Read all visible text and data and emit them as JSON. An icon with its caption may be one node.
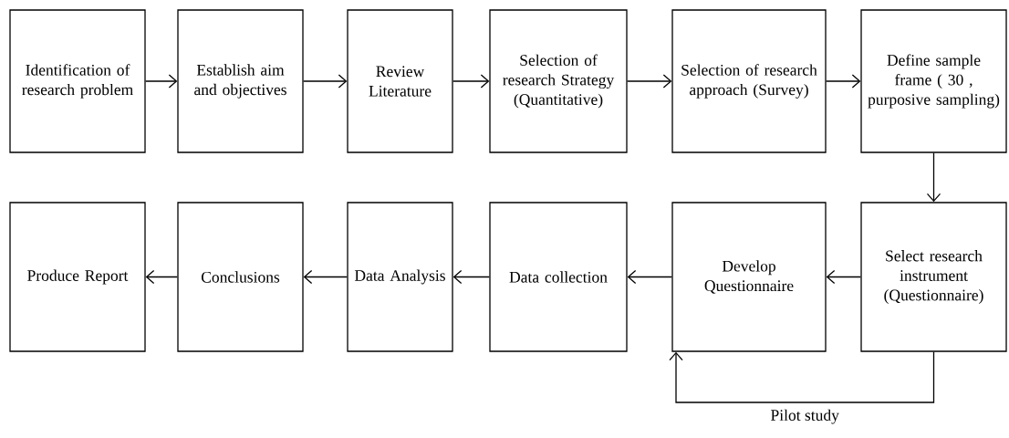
{
  "diagram": {
    "nodes": [
      {
        "text": [
          "Identification of research problem"
        ]
      },
      {
        "text": [
          "Establish aim and objectives"
        ]
      },
      {
        "text": [
          "Review Literature"
        ]
      },
      {
        "text": [
          "Selection of research Strategy (Quantitative)"
        ]
      },
      {
        "text": [
          "Selection of research approach (Survey)"
        ]
      },
      {
        "text": [
          "Define sample frame ( 30 , purposive sampling)"
        ]
      },
      {
        "text": [
          "Produce Report"
        ]
      },
      {
        "text": [
          "Conclusions"
        ]
      },
      {
        "text": [
          "Data Analysis"
        ]
      },
      {
        "text": [
          "Data collection"
        ]
      },
      {
        "text": [
          "Develop Questionnaire"
        ]
      },
      {
        "text": [
          "Select research instrument (Questionnaire)"
        ]
      }
    ],
    "edges": [
      {
        "from": 0,
        "to": 1,
        "arrow": "to"
      },
      {
        "from": 1,
        "to": 2,
        "arrow": "to"
      },
      {
        "from": 2,
        "to": 3,
        "arrow": "to"
      },
      {
        "from": 3,
        "to": 4,
        "arrow": "to"
      },
      {
        "from": 4,
        "to": 5,
        "arrow": "to"
      },
      {
        "from": 5,
        "to": 11,
        "arrow": "to"
      },
      {
        "from": 11,
        "to": 10,
        "arrow": "to"
      },
      {
        "from": 10,
        "to": 9,
        "arrow": "to"
      },
      {
        "from": 9,
        "to": 8,
        "arrow": "to"
      },
      {
        "from": 8,
        "to": 7,
        "arrow": "to"
      },
      {
        "from": 7,
        "to": 6,
        "arrow": "to"
      },
      {
        "from": 11,
        "to": 10,
        "arrow": "to",
        "label": "Pilot study"
      }
    ]
  }
}
